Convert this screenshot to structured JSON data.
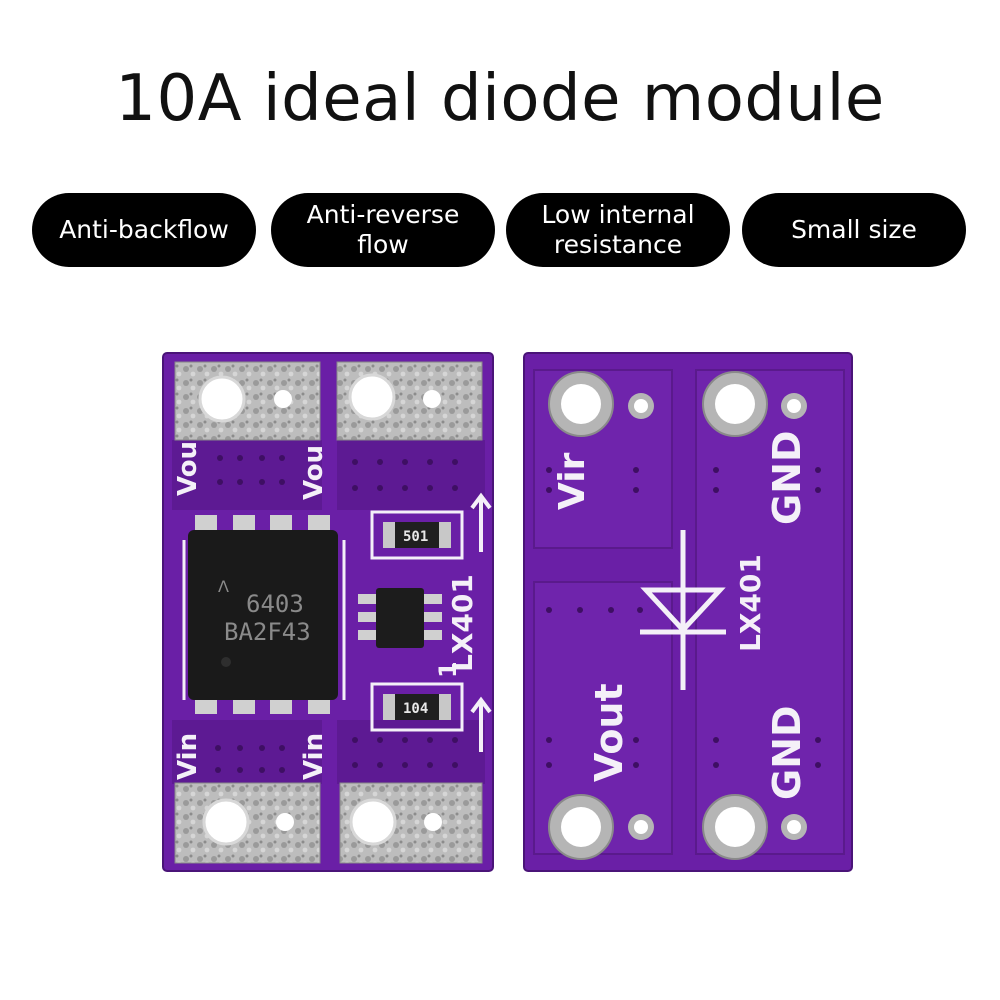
{
  "title": "10A ideal diode module",
  "features": [
    "Anti-backflow",
    "Anti-reverse\nflow",
    "Low internal\nresistance",
    "Small size"
  ],
  "front_board": {
    "mosfet_marking_line1": "6403",
    "mosfet_marking_line2": "BA2F43",
    "resistor_top": "501",
    "resistor_bottom": "104",
    "model": "LX401",
    "pin1": "1",
    "label_vout_left": "Vou",
    "label_vout_right": "Vou",
    "label_vin_left": "Vin",
    "label_vin_right": "Vin"
  },
  "back_board": {
    "label_vin": "Vir",
    "label_gnd_top": "GND",
    "label_model": "LX401",
    "label_vout": "Vout",
    "label_gnd_bottom": "GND"
  },
  "colors": {
    "pcb": "#6a1fa6",
    "pcb_dark": "#561888",
    "silkscreen": "#f4f0f8",
    "pad": "#b8b8b8",
    "pill": "#000000"
  }
}
